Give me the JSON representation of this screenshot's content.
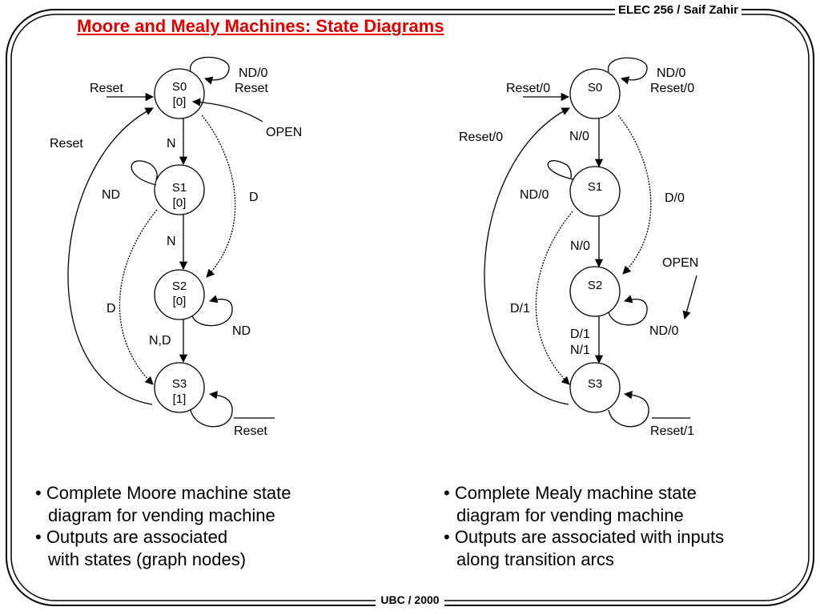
{
  "header": {
    "course": "ELEC 256 / Saif Zahir",
    "title": "Moore and Mealy Machines: State Diagrams"
  },
  "footer": {
    "text": "UBC / 2000"
  },
  "moore": {
    "states": {
      "s0": {
        "name": "S0",
        "output": "[0]"
      },
      "s1": {
        "name": "S1",
        "output": "[0]"
      },
      "s2": {
        "name": "S2",
        "output": "[0]"
      },
      "s3": {
        "name": "S3",
        "output": "[1]"
      }
    },
    "labels": {
      "s0_self_1": "ND/0",
      "s0_self_2": "Reset",
      "reset_in": "Reset",
      "reset_back": "Reset",
      "open": "OPEN",
      "s0_s1": "N",
      "s1_self": "ND",
      "s0_s2": "D",
      "s1_s2": "N",
      "s1_s3": "D",
      "s2_self": "ND",
      "s2_s3": "N,D",
      "s3_self": "Reset"
    },
    "bullets": {
      "line1": "• Complete Moore machine state",
      "line2": "diagram for vending machine",
      "line3": "• Outputs are associated",
      "line4": "with states (graph nodes)"
    }
  },
  "mealy": {
    "states": {
      "s0": {
        "name": "S0"
      },
      "s1": {
        "name": "S1"
      },
      "s2": {
        "name": "S2"
      },
      "s3": {
        "name": "S3"
      }
    },
    "labels": {
      "s0_self_1": "ND/0",
      "s0_self_2": "Reset/0",
      "reset_in": "Reset/0",
      "reset_back": "Reset/0",
      "s0_s1": "N/0",
      "s1_self": "ND/0",
      "s0_s2": "D/0",
      "open": "OPEN",
      "s1_s2": "N/0",
      "s1_s3": "D/1",
      "s2_self": "ND/0",
      "s2_s3_1": "D/1",
      "s2_s3_2": "N/1",
      "s3_self": "Reset/1"
    },
    "bullets": {
      "line1": "• Complete Mealy machine state",
      "line2": "diagram for vending machine",
      "line3": "• Outputs are associated with inputs",
      "line4": "along transition arcs"
    }
  }
}
